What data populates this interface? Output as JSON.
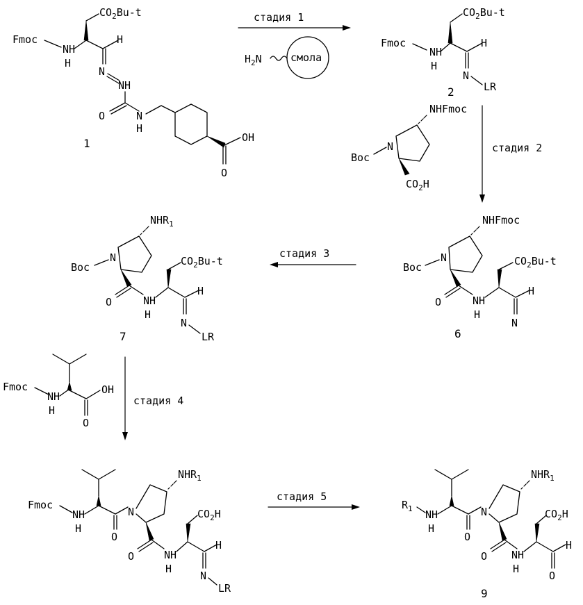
{
  "steps": {
    "s1": "стадия 1",
    "s2": "стадия 2",
    "s3": "стадия 3",
    "s4": "стадия 4",
    "s5": "стадия 5"
  },
  "compound_numbers": {
    "c1": "1",
    "c2": "2",
    "c6": "6",
    "c7": "7",
    "c9": "9"
  },
  "resin": {
    "label": "смола",
    "amine": "H",
    "amine_sub": "2",
    "amine_n": "N"
  },
  "groups": {
    "fmoc": "Fmoc",
    "boc": "Boc",
    "nh": "NH",
    "n": "N",
    "h": "H",
    "o": "O",
    "oh": "OH",
    "co2": "CO",
    "co2_sub": "2",
    "but": "Bu-t",
    "co2h_h": "H",
    "lr": "LR",
    "nhfmoc": "NHFmoc",
    "nhr": "NHR",
    "r": "R",
    "r_sub": "1",
    "co2h_start": "CO",
    "co2h_sub": "2",
    "co2h_end": "H"
  }
}
